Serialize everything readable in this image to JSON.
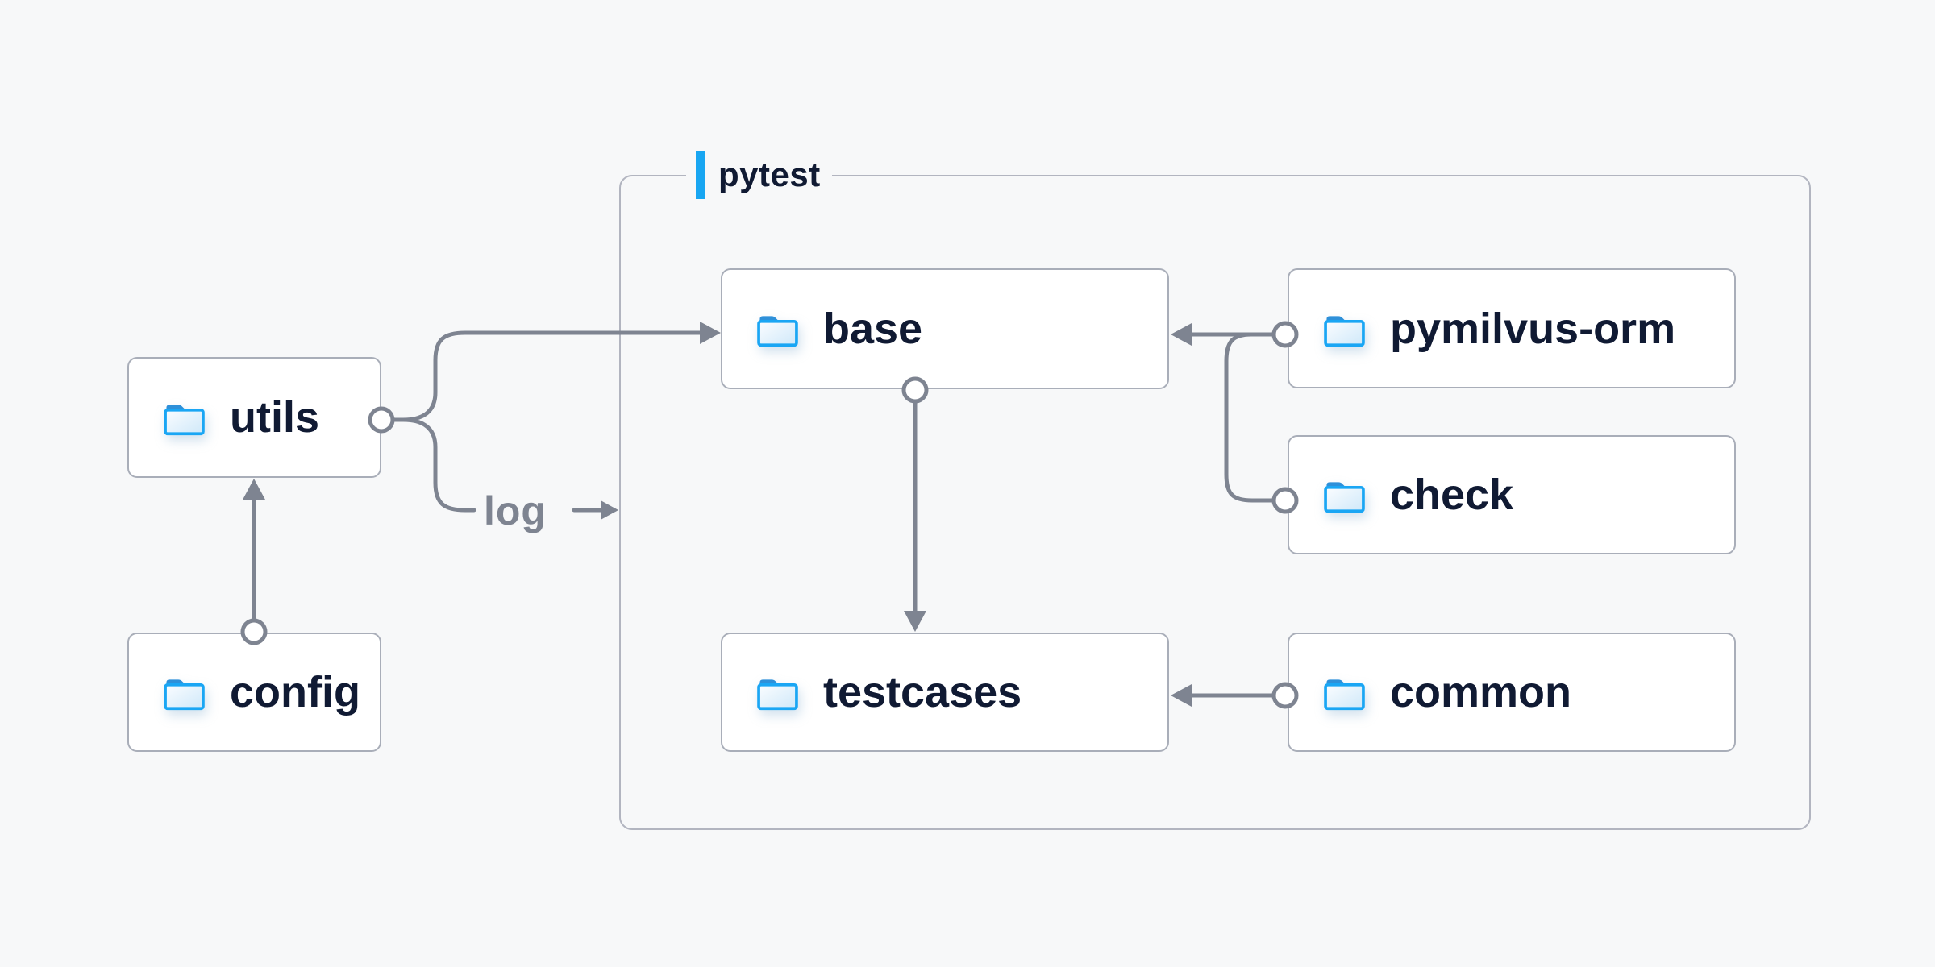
{
  "diagram": {
    "background": "#f7f8f9",
    "container": {
      "label": "pytest",
      "accent_bar_color": "#18a6f2",
      "border_color": "#b2b5c0"
    },
    "nodes": [
      {
        "id": "utils",
        "label": "utils",
        "icon": "folder-icon"
      },
      {
        "id": "config",
        "label": "config",
        "icon": "folder-icon"
      },
      {
        "id": "base",
        "label": "base",
        "icon": "folder-icon"
      },
      {
        "id": "pymilvus-orm",
        "label": "pymilvus-orm",
        "icon": "folder-icon"
      },
      {
        "id": "check",
        "label": "check",
        "icon": "folder-icon"
      },
      {
        "id": "testcases",
        "label": "testcases",
        "icon": "folder-icon"
      },
      {
        "id": "common",
        "label": "common",
        "icon": "folder-icon"
      }
    ],
    "edges": [
      {
        "from": "config",
        "to": "utils",
        "type": "arrow"
      },
      {
        "from": "utils",
        "to": "base",
        "type": "arrow"
      },
      {
        "from": "utils",
        "to": "pytest-container",
        "type": "arrow",
        "label": "log"
      },
      {
        "from": "pymilvus-orm",
        "to": "base",
        "type": "arrow"
      },
      {
        "from": "check",
        "to": "base",
        "type": "arrow"
      },
      {
        "from": "base",
        "to": "testcases",
        "type": "arrow"
      },
      {
        "from": "common",
        "to": "testcases",
        "type": "arrow"
      }
    ],
    "edge_label": "log",
    "colors": {
      "connector": "#7e8491",
      "node_border": "#a9aeb9",
      "node_fill": "#ffffff",
      "node_text": "#101a33",
      "folder_outline": "#1aa6f4",
      "folder_tab": "#2e90d9",
      "accent_blue": "#18a6f2"
    }
  }
}
